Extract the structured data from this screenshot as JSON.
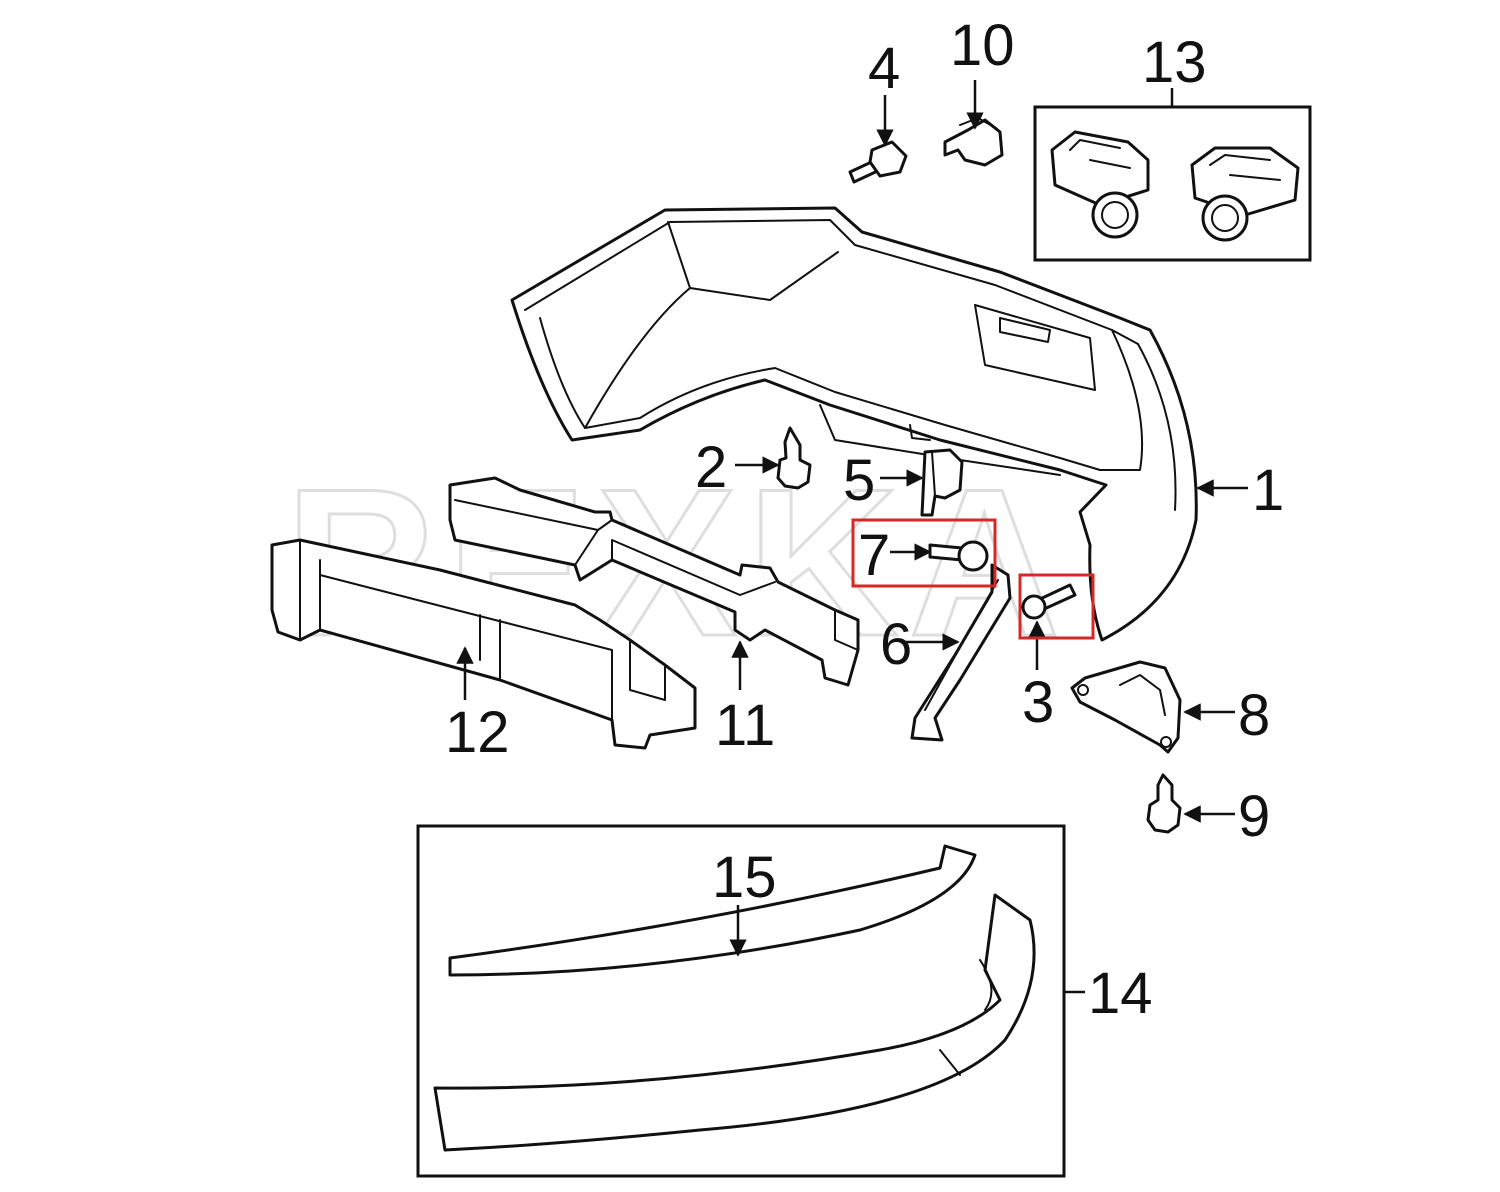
{
  "watermark": "REXKA",
  "colors": {
    "line": "#111111",
    "highlight": "#d62828",
    "watermark": "#dedede"
  },
  "callouts": [
    "1",
    "2",
    "3",
    "4",
    "5",
    "6",
    "7",
    "8",
    "9",
    "10",
    "11",
    "12",
    "13",
    "14",
    "15"
  ],
  "highlighted_callouts": [
    "7",
    "3"
  ]
}
